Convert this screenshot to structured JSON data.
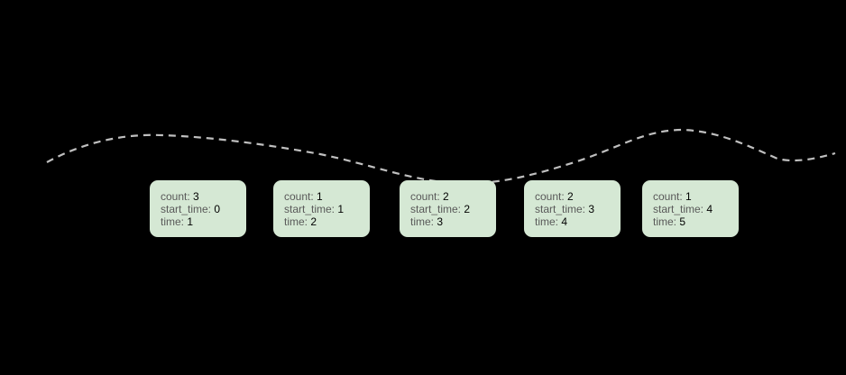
{
  "colors": {
    "background": "#000000",
    "box_fill": "#d5e8d4",
    "label_text": "#595959",
    "value_text": "#000000",
    "curve": "#bfbfbf"
  },
  "curve": {
    "style": "dashed"
  },
  "labels": {
    "count": "count:",
    "start_time": "start_time:",
    "time": "time:"
  },
  "boxes": [
    {
      "count": "3",
      "start_time": "0",
      "time": "1"
    },
    {
      "count": "1",
      "start_time": "1",
      "time": "2"
    },
    {
      "count": "2",
      "start_time": "2",
      "time": "3"
    },
    {
      "count": "2",
      "start_time": "3",
      "time": "4"
    },
    {
      "count": "1",
      "start_time": "4",
      "time": "5"
    }
  ]
}
